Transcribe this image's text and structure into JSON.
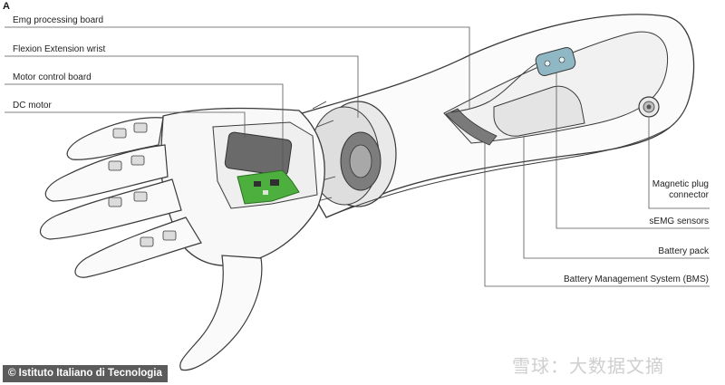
{
  "figure": {
    "letter": "A"
  },
  "labels": {
    "emg_board": "Emg processing board",
    "flexion_wrist": "Flexion Extension wrist",
    "motor_board": "Motor control board",
    "dc_motor": "DC motor",
    "magnetic_plug_line1": "Magnetic plug",
    "magnetic_plug_line2": "connector",
    "semg": "sEMG sensors",
    "battery": "Battery pack",
    "bms": "Battery Management System (BMS)"
  },
  "credit": "© Istituto Italiano di Tecnologia",
  "watermark": "雪球：大数据文摘",
  "colors": {
    "outline": "#3a3a3a",
    "pcb_green": "#4caf3e",
    "sensor_blue": "#8fb7c4",
    "motor_dark": "#6a6a6a",
    "credit_bg": "#5b5b5b"
  }
}
